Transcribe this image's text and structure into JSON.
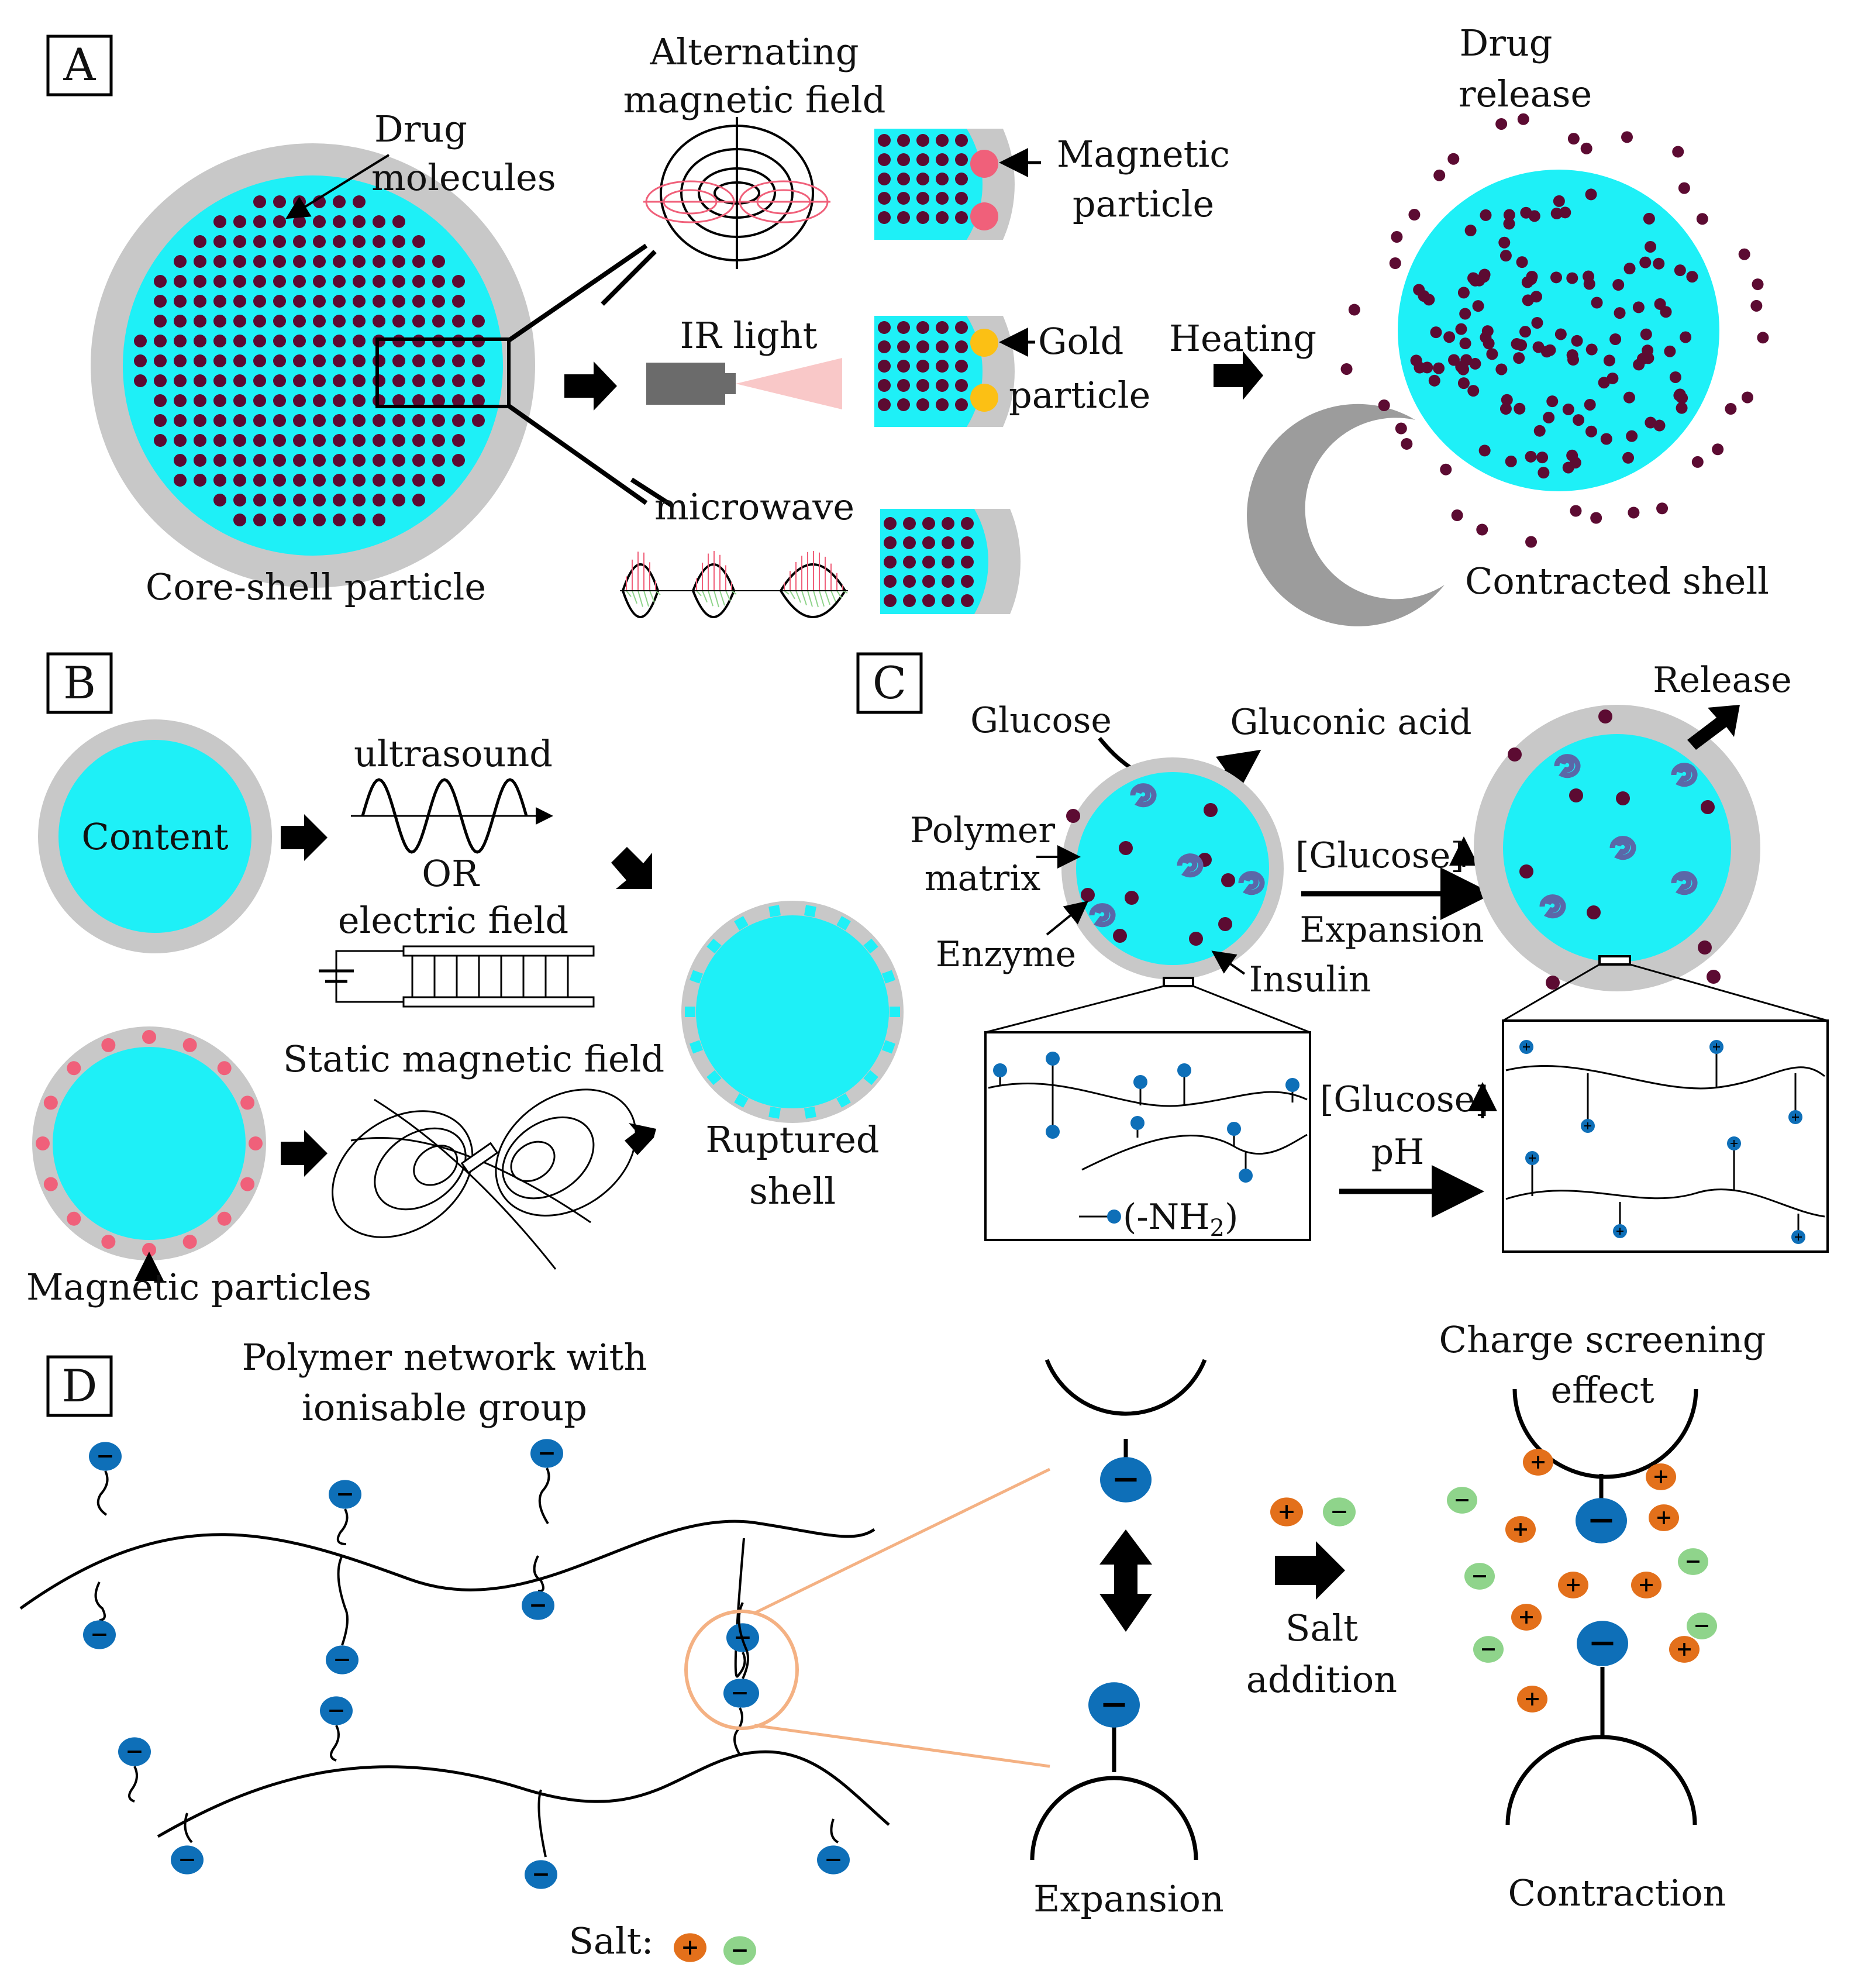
{
  "panels": {
    "a": {
      "letter": "A",
      "drug_molecules_1": "Drug",
      "drug_molecules_2": "molecules",
      "core_shell_particle": "Core-shell particle",
      "alt_field_1": "Alternating",
      "alt_field_2": "magnetic field",
      "magnetic_particle_1": "Magnetic",
      "magnetic_particle_2": "particle",
      "ir_light": "IR light",
      "gold_particle_1": "Gold",
      "gold_particle_2": "particle",
      "microwave": "microwave",
      "heating": "Heating",
      "drug_release_1": "Drug",
      "drug_release_2": "release",
      "contracted_shell": "Contracted shell"
    },
    "b": {
      "letter": "B",
      "content": "Content",
      "ultrasound": "ultrasound",
      "or": "OR",
      "electric_field": "electric field",
      "static_field": "Static  magnetic field",
      "magnetic_particles": "Magnetic particles",
      "ruptured_1": "Ruptured",
      "ruptured_2": "shell"
    },
    "c": {
      "letter": "C",
      "glucose": "Glucose",
      "gluconic_acid": "Gluconic acid",
      "polymer_matrix_1": "Polymer",
      "polymer_matrix_2": "matrix",
      "enzyme": "Enzyme",
      "insulin": "Insulin",
      "glucose_up": "[Glucose]",
      "expansion": "Expansion",
      "release": "Release",
      "nh2_prefix": "(-NH",
      "nh2_sub": "2",
      "nh2_suffix": ")",
      "glucose_up_2": "[Glucose]",
      "ph": "pH"
    },
    "d": {
      "letter": "D",
      "network_1": "Polymer network with",
      "network_2": "ionisable group",
      "expansion": "Expansion",
      "salt_addition_1": "Salt",
      "salt_addition_2": "addition",
      "charge_screening_1": "Charge screening",
      "charge_screening_2": "effect",
      "contraction": "Contraction",
      "salt_label": "Salt:"
    }
  },
  "colors": {
    "core": "#1ef0f7",
    "shell": "#c8c8c8",
    "drug": "#5c0b32",
    "magnetic": "#f0607a",
    "gold": "#fcc014",
    "anion": "#0e6fb8",
    "cation": "#e3701b",
    "salt_anion": "#8fd48b",
    "enzyme": "#5b67a8",
    "lens": "#f4b183"
  },
  "icons": {
    "minus": "minus-sign",
    "plus": "plus-sign"
  }
}
